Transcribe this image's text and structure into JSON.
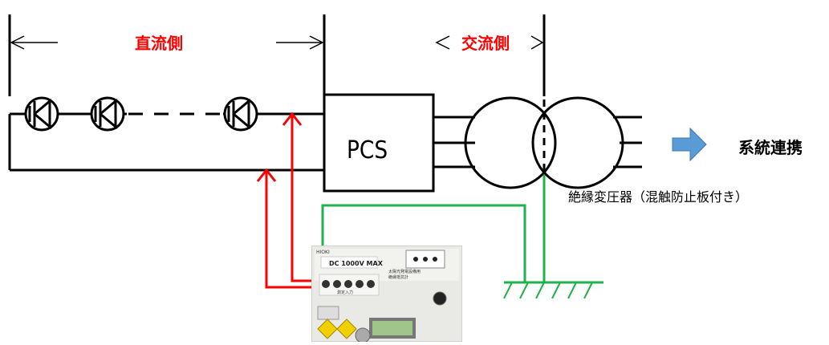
{
  "labels": {
    "dc_side": "直流側",
    "ac_side": "交流側",
    "pcs": "PCS",
    "grid_connection": "系統連携",
    "transformer": "絶縁変圧器（混触防止板付き）"
  },
  "device": {
    "brand": "HIOKI",
    "voltage_rating": "DC 1000V MAX",
    "input_caption": "測定入力",
    "title_line1": "太陽光発電設備用",
    "title_line2": "絶縁抵抗計"
  },
  "colors": {
    "dc_side_text": "#ff0000",
    "ac_side_text": "#ff0000",
    "measurement_leads": "#ff0000",
    "ground_lines": "#22b14c",
    "grid_arrow": "#5b9bd5",
    "device_display": "#9fc58a",
    "device_buttons": "#f2d000"
  },
  "icons": {
    "pv_module": "diode-in-circle",
    "grid_direction": "right-block-arrow",
    "earth": "ground-hatch"
  }
}
